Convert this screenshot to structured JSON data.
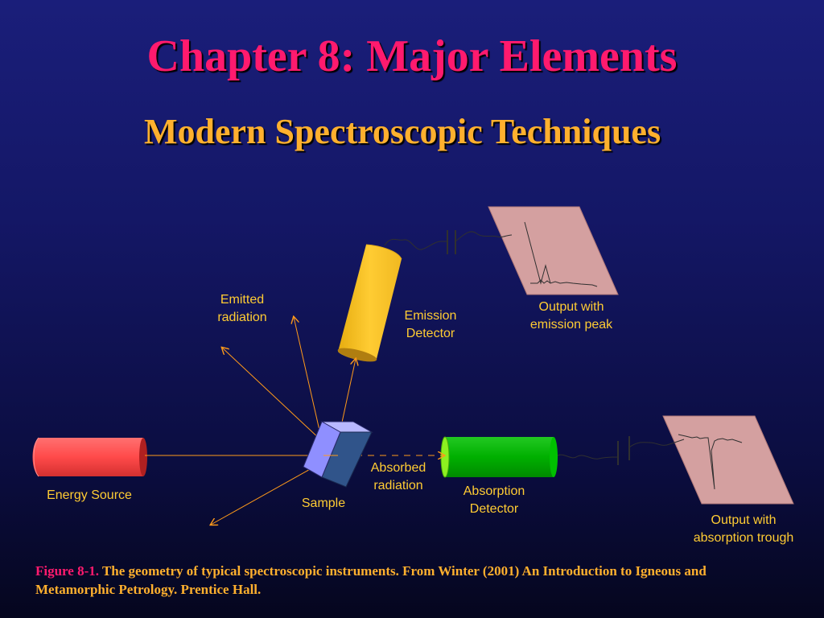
{
  "slide": {
    "title": "Chapter 8: Major Elements",
    "subtitle": "Modern Spectroscopic Techniques"
  },
  "labels": {
    "emitted_radiation": "Emitted\nradiation",
    "emission_detector": "Emission\nDetector",
    "output_emission": "Output with\nemission peak",
    "energy_source": "Energy Source",
    "sample": "Sample",
    "absorbed_radiation": "Absorbed\nradiation",
    "absorption_detector": "Absorption\nDetector",
    "output_absorption": "Output with\nabsorption trough"
  },
  "caption": {
    "figure_ref": "Figure 8-1.",
    "text": " The geometry of typical spectroscopic instruments. From Winter (2001) An Introduction to Igneous and Metamorphic Petrology. Prentice Hall."
  },
  "colors": {
    "title": "#ff1a6e",
    "subtitle": "#ffb02e",
    "label": "#ffcc33",
    "energy_source": "#ff4a4a",
    "emission_detector": "#ffcc33",
    "absorption_detector": "#00b000",
    "sample": "#8f8fff",
    "output_panel": "#d4a0a0",
    "ray": "#ff9a1a"
  },
  "icons": {
    "energy_source": "cylinder-shape",
    "emission_detector": "cylinder-shape",
    "absorption_detector": "cylinder-shape",
    "sample": "prism-block-shape",
    "outputs": "parallelogram-chart-panel",
    "wires": "capacitor-wire-symbol"
  }
}
